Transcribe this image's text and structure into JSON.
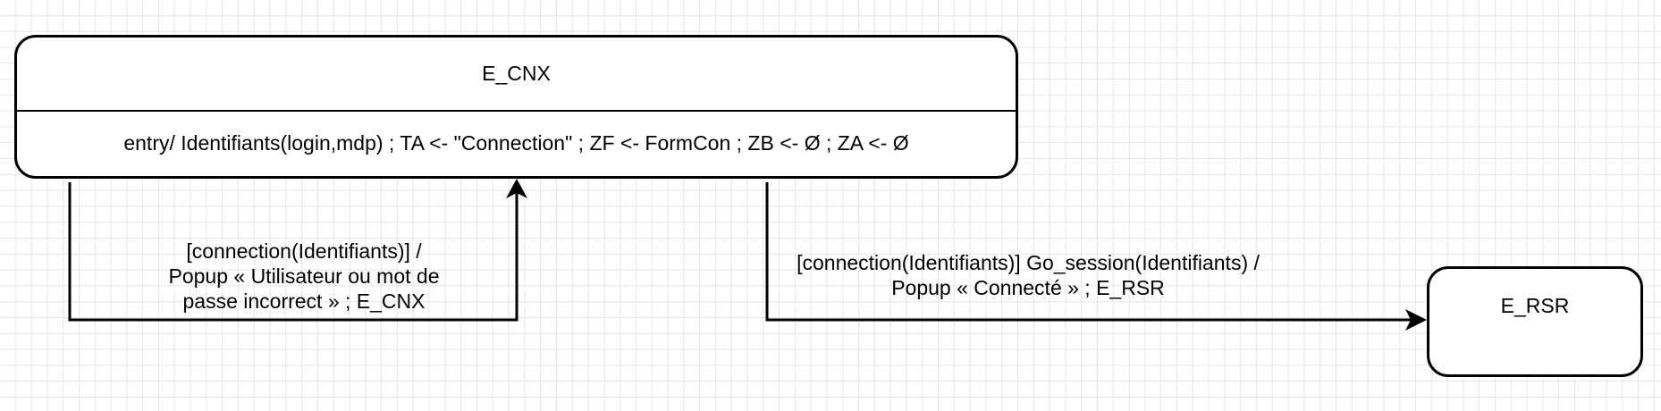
{
  "states": {
    "cnx": {
      "name": "E_CNX",
      "activity": "entry/ Identifiants(login,mdp) ; TA <- \"Connection\" ; ZF <- FormCon ; ZB <- Ø ; ZA <- Ø"
    },
    "rsr": {
      "name": "E_RSR"
    }
  },
  "transitions": {
    "self_loop": {
      "line1": "[connection(Identifiants)] /",
      "line2": "Popup « Utilisateur ou mot de",
      "line3": "passe incorrect » ; E_CNX"
    },
    "to_rsr": {
      "line1": "[connection(Identifiants)] Go_session(Identifiants) /",
      "line2": "Popup « Connecté » ; E_RSR"
    }
  }
}
